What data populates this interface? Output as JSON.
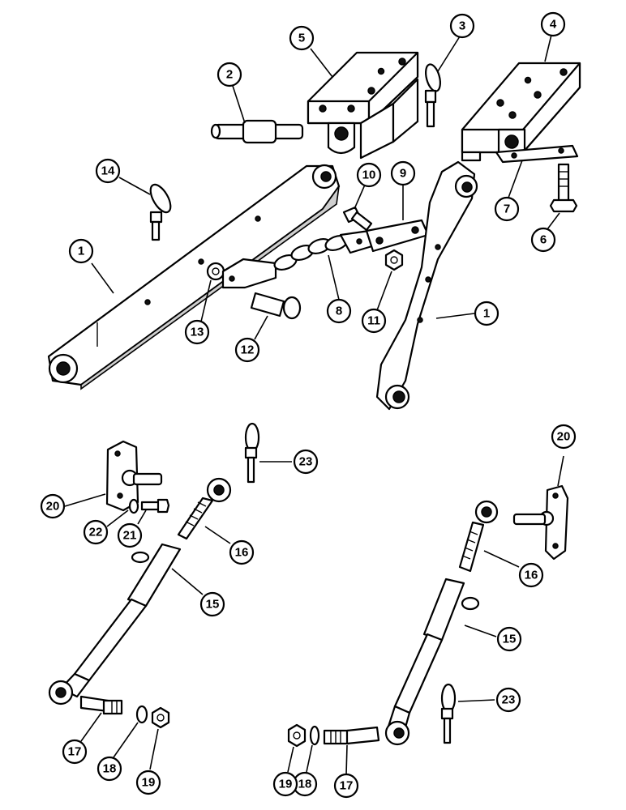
{
  "diagram": {
    "callouts": [
      {
        "id": "c1a",
        "label": "1"
      },
      {
        "id": "c1b",
        "label": "1"
      },
      {
        "id": "c2",
        "label": "2"
      },
      {
        "id": "c3",
        "label": "3"
      },
      {
        "id": "c4",
        "label": "4"
      },
      {
        "id": "c5",
        "label": "5"
      },
      {
        "id": "c6",
        "label": "6"
      },
      {
        "id": "c7",
        "label": "7"
      },
      {
        "id": "c8",
        "label": "8"
      },
      {
        "id": "c9",
        "label": "9"
      },
      {
        "id": "c10",
        "label": "10"
      },
      {
        "id": "c11",
        "label": "11"
      },
      {
        "id": "c12",
        "label": "12"
      },
      {
        "id": "c13",
        "label": "13"
      },
      {
        "id": "c14",
        "label": "14"
      },
      {
        "id": "c15a",
        "label": "15"
      },
      {
        "id": "c15b",
        "label": "15"
      },
      {
        "id": "c16a",
        "label": "16"
      },
      {
        "id": "c16b",
        "label": "16"
      },
      {
        "id": "c17a",
        "label": "17"
      },
      {
        "id": "c17b",
        "label": "17"
      },
      {
        "id": "c18a",
        "label": "18"
      },
      {
        "id": "c18b",
        "label": "18"
      },
      {
        "id": "c19a",
        "label": "19"
      },
      {
        "id": "c19b",
        "label": "19"
      },
      {
        "id": "c20a",
        "label": "20"
      },
      {
        "id": "c20b",
        "label": "20"
      },
      {
        "id": "c21",
        "label": "21"
      },
      {
        "id": "c22",
        "label": "22"
      },
      {
        "id": "c23a",
        "label": "23"
      },
      {
        "id": "c23b",
        "label": "23"
      }
    ]
  }
}
